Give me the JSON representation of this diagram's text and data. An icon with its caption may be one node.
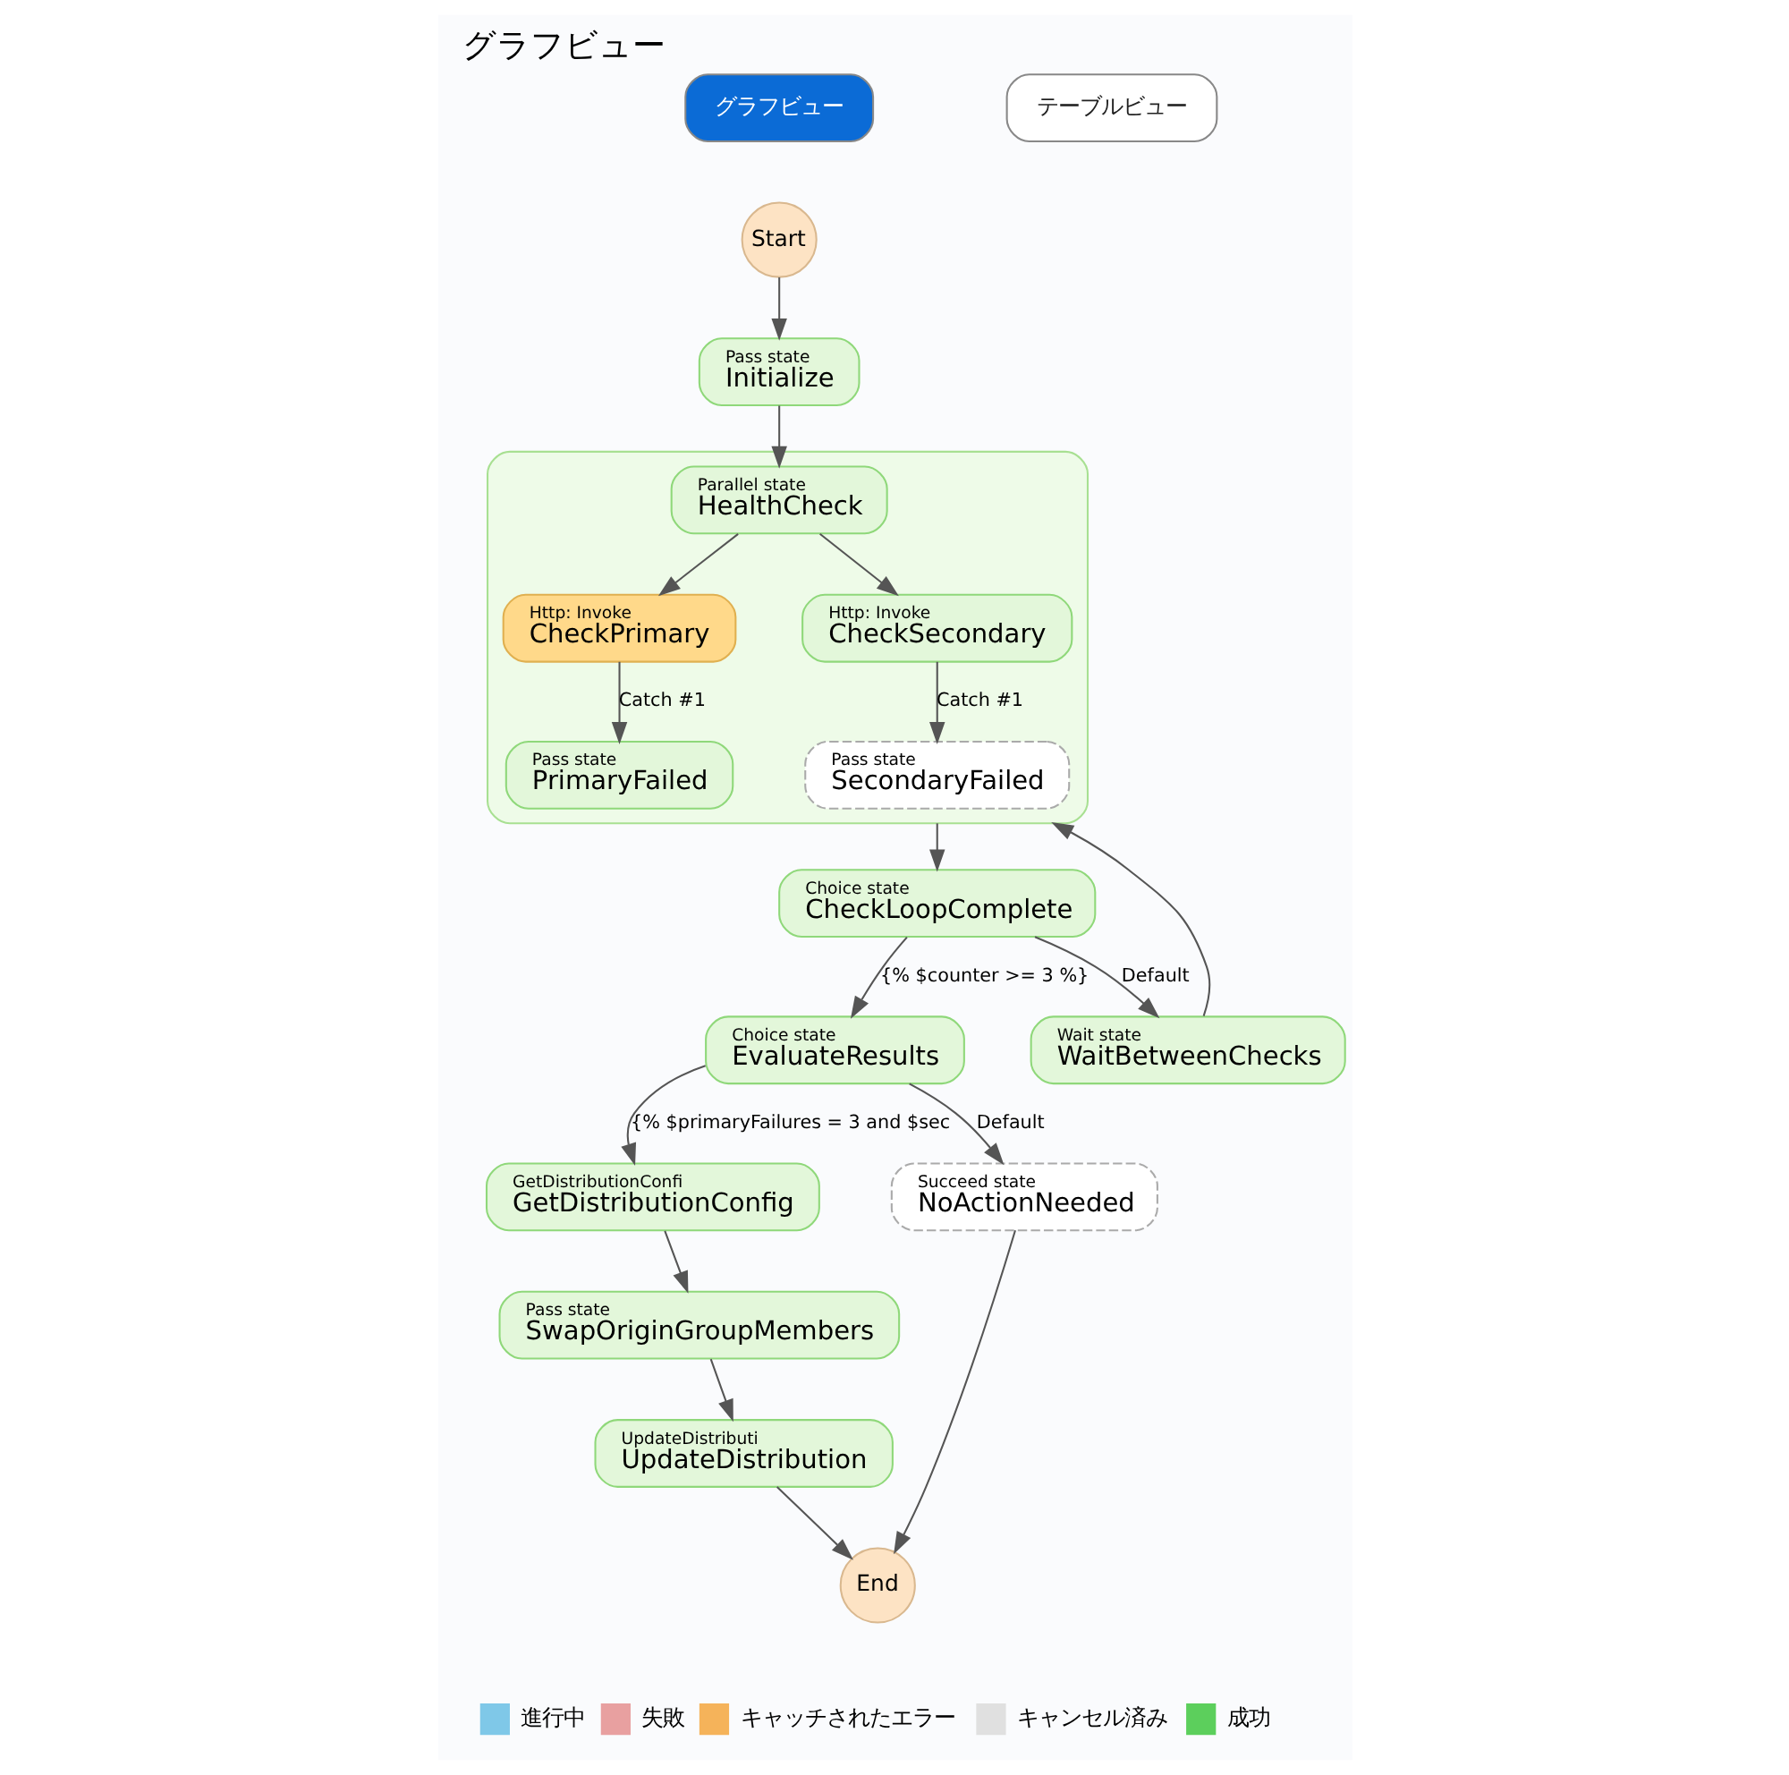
{
  "diagram": {
    "title": "グラフビュー",
    "nodes": [
      {
        "text": [
          "Start"
        ]
      },
      {
        "text": [
          "Pass state",
          "Initialize"
        ]
      },
      {
        "text": [],
        "shape": "box"
      },
      {
        "text": [
          "Parallel state",
          "HealthCheck"
        ],
        "in": 2
      },
      {
        "text": [
          "Http: Invoke",
          "CheckPrimary"
        ],
        "in": 2
      },
      {
        "text": [
          "Http: Invoke",
          "CheckSecondary"
        ],
        "in": 2
      },
      {
        "text": [
          "Pass state",
          "PrimaryFailed"
        ],
        "in": 2
      },
      {
        "text": [
          "Pass state",
          "SecondaryFailed"
        ],
        "in": 2
      },
      {
        "text": [
          "Choice state",
          "CheckLoopComplete"
        ]
      },
      {
        "text": [
          "Choice state",
          "EvaluateResults"
        ]
      },
      {
        "text": [
          "Wait state",
          "WaitBetweenChecks"
        ]
      },
      {
        "text": [
          "GetDistributionConfi",
          "GetDistributionConfig"
        ]
      },
      {
        "text": [
          "Pass state",
          "SwapOriginGroupMembers"
        ]
      },
      {
        "text": [
          "UpdateDistributi",
          "UpdateDistribution"
        ]
      },
      {
        "text": [
          "Succeed state",
          "NoActionNeeded"
        ]
      },
      {
        "text": [
          "End"
        ]
      }
    ],
    "edges": [
      {
        "from": 0,
        "to": 1,
        "arrow": "to"
      },
      {
        "from": 1,
        "to": 3,
        "arrow": "to"
      },
      {
        "from": 3,
        "to": 4,
        "arrow": "to"
      },
      {
        "from": 3,
        "to": 5,
        "arrow": "to"
      },
      {
        "from": 4,
        "to": 6,
        "arrow": "to",
        "label": "Catch #1"
      },
      {
        "from": 5,
        "to": 7,
        "arrow": "to",
        "label": "Catch #1"
      },
      {
        "from": 2,
        "to": 8,
        "arrow": "to"
      },
      {
        "from": 8,
        "to": 9,
        "arrow": "to",
        "label": "{% $counter >= 3 %}"
      },
      {
        "from": 8,
        "to": 10,
        "arrow": "to",
        "label": "Default"
      },
      {
        "from": 10,
        "to": 2,
        "arrow": "to"
      },
      {
        "from": 9,
        "to": 11,
        "arrow": "to",
        "label": "{% $primaryFailures = 3 and $sec"
      },
      {
        "from": 9,
        "to": 14,
        "arrow": "to",
        "label": "Default"
      },
      {
        "from": 11,
        "to": 12,
        "arrow": "to"
      },
      {
        "from": 12,
        "to": 13,
        "arrow": "to"
      },
      {
        "from": 13,
        "to": 15,
        "arrow": "to"
      },
      {
        "from": 14,
        "to": 15,
        "arrow": "to"
      }
    ],
    "labels": [
      "グラフビュー",
      "テーブルビュー"
    ],
    "legend": [
      {
        "text": "進行中",
        "color": "#7fc8e8"
      },
      {
        "text": "失敗",
        "color": "#e8a0a0"
      },
      {
        "text": "キャッチされたエラー",
        "color": "#f5b35a"
      },
      {
        "text": "キャンセル済み",
        "color": "#e0e0e0"
      },
      {
        "text": "成功",
        "color": "#5ccf5c"
      }
    ]
  }
}
